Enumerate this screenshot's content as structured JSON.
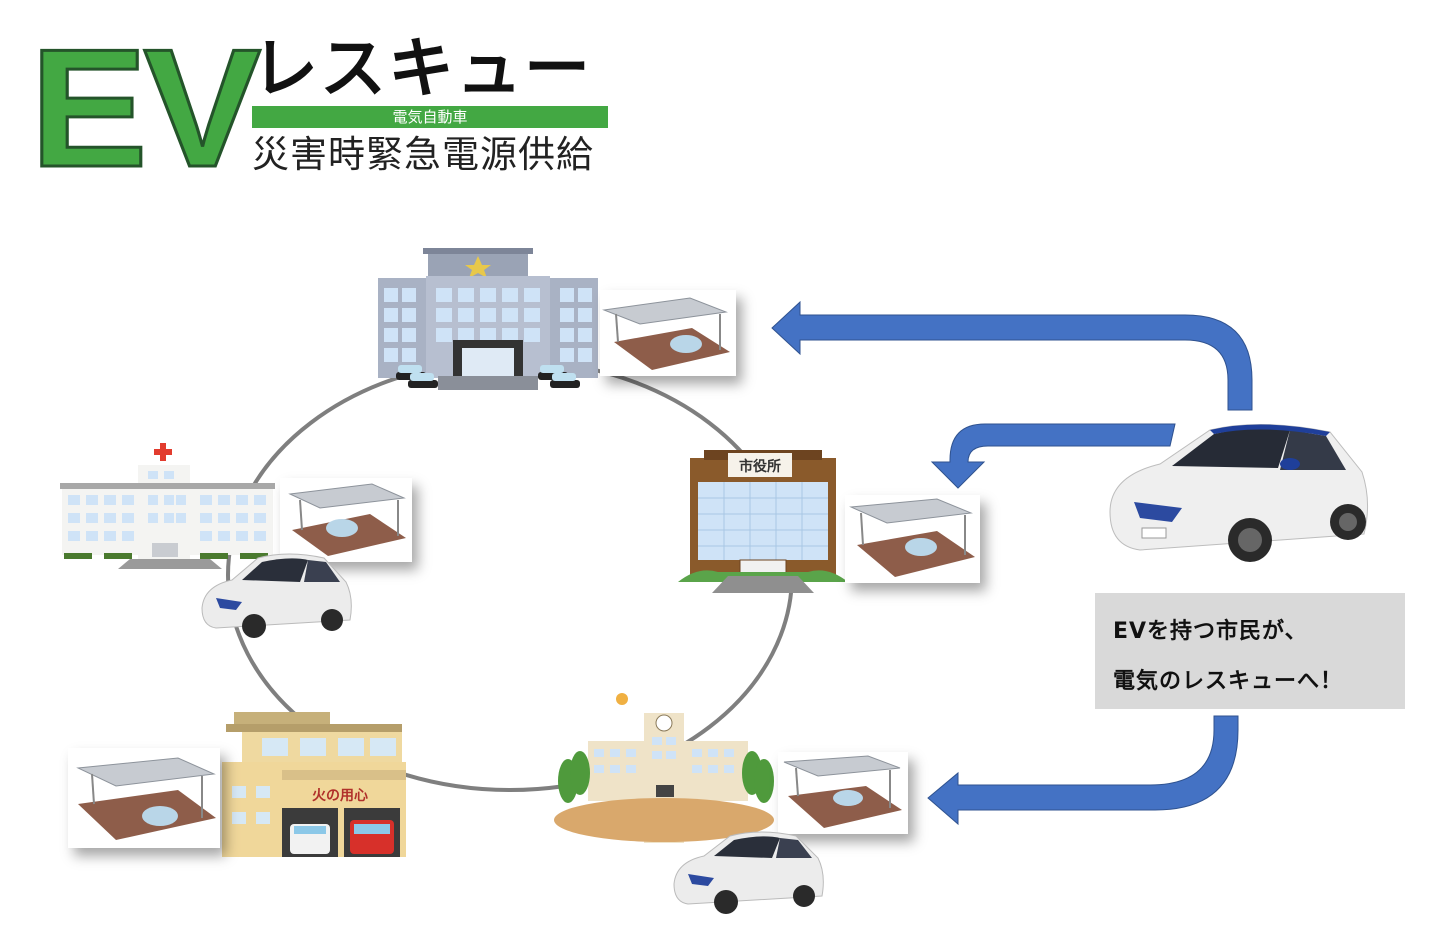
{
  "logo": {
    "ev": "EV",
    "rescue": "レスキュー",
    "bar_label": "電気自動車",
    "subtitle": "災害時緊急電源供給"
  },
  "facilities": [
    {
      "name": "police-station",
      "has_solar_carport": true,
      "has_ev": false
    },
    {
      "name": "city-hall",
      "sign": "市役所",
      "has_solar_carport": true,
      "has_ev": false
    },
    {
      "name": "school",
      "has_solar_carport": true,
      "has_ev": true
    },
    {
      "name": "fire-station",
      "sign": "火の用心",
      "has_solar_carport": true,
      "has_ev": false
    },
    {
      "name": "hospital",
      "has_solar_carport": true,
      "has_ev": true
    }
  ],
  "callout": {
    "line1": "EVを持つ市民が、",
    "line2": "電気のレスキューへ！"
  },
  "arrows": [
    {
      "from": "citizen-ev",
      "to": "police-station"
    },
    {
      "from": "citizen-ev",
      "to": "city-hall"
    },
    {
      "from": "citizen-ev",
      "to": "school"
    }
  ],
  "colors": {
    "logo_green": "#43a843",
    "arrow_blue": "#4472c4",
    "callout_bg": "#d9d9d9",
    "ring": "#7f7f7f"
  }
}
